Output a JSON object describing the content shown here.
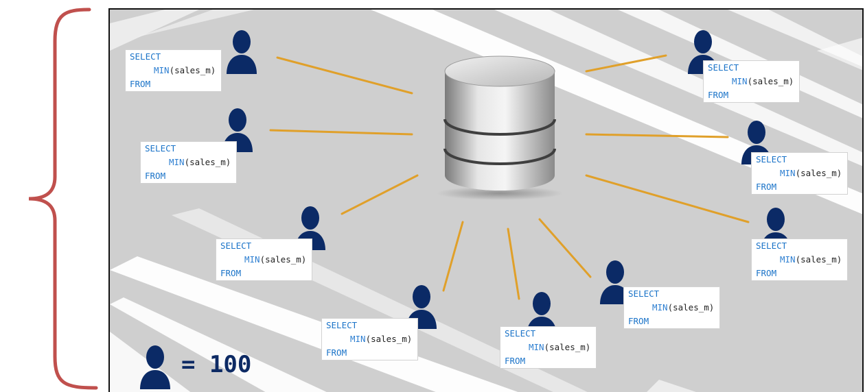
{
  "colors": {
    "user_icon": "#0b2a66",
    "connector": "#e0a02a",
    "brace": "#c0504d",
    "panel_bg": "#cfcfcf",
    "keyword": "#1a73c8"
  },
  "icons": {
    "user": "user-silhouette-icon",
    "database": "database-cylinder-icon"
  },
  "query": {
    "select": "SELECT",
    "min_fn": "MIN",
    "min_arg": "(sales_m)",
    "from": "FROM"
  },
  "legend": {
    "equals_text": "= 100"
  },
  "users_count": 10
}
